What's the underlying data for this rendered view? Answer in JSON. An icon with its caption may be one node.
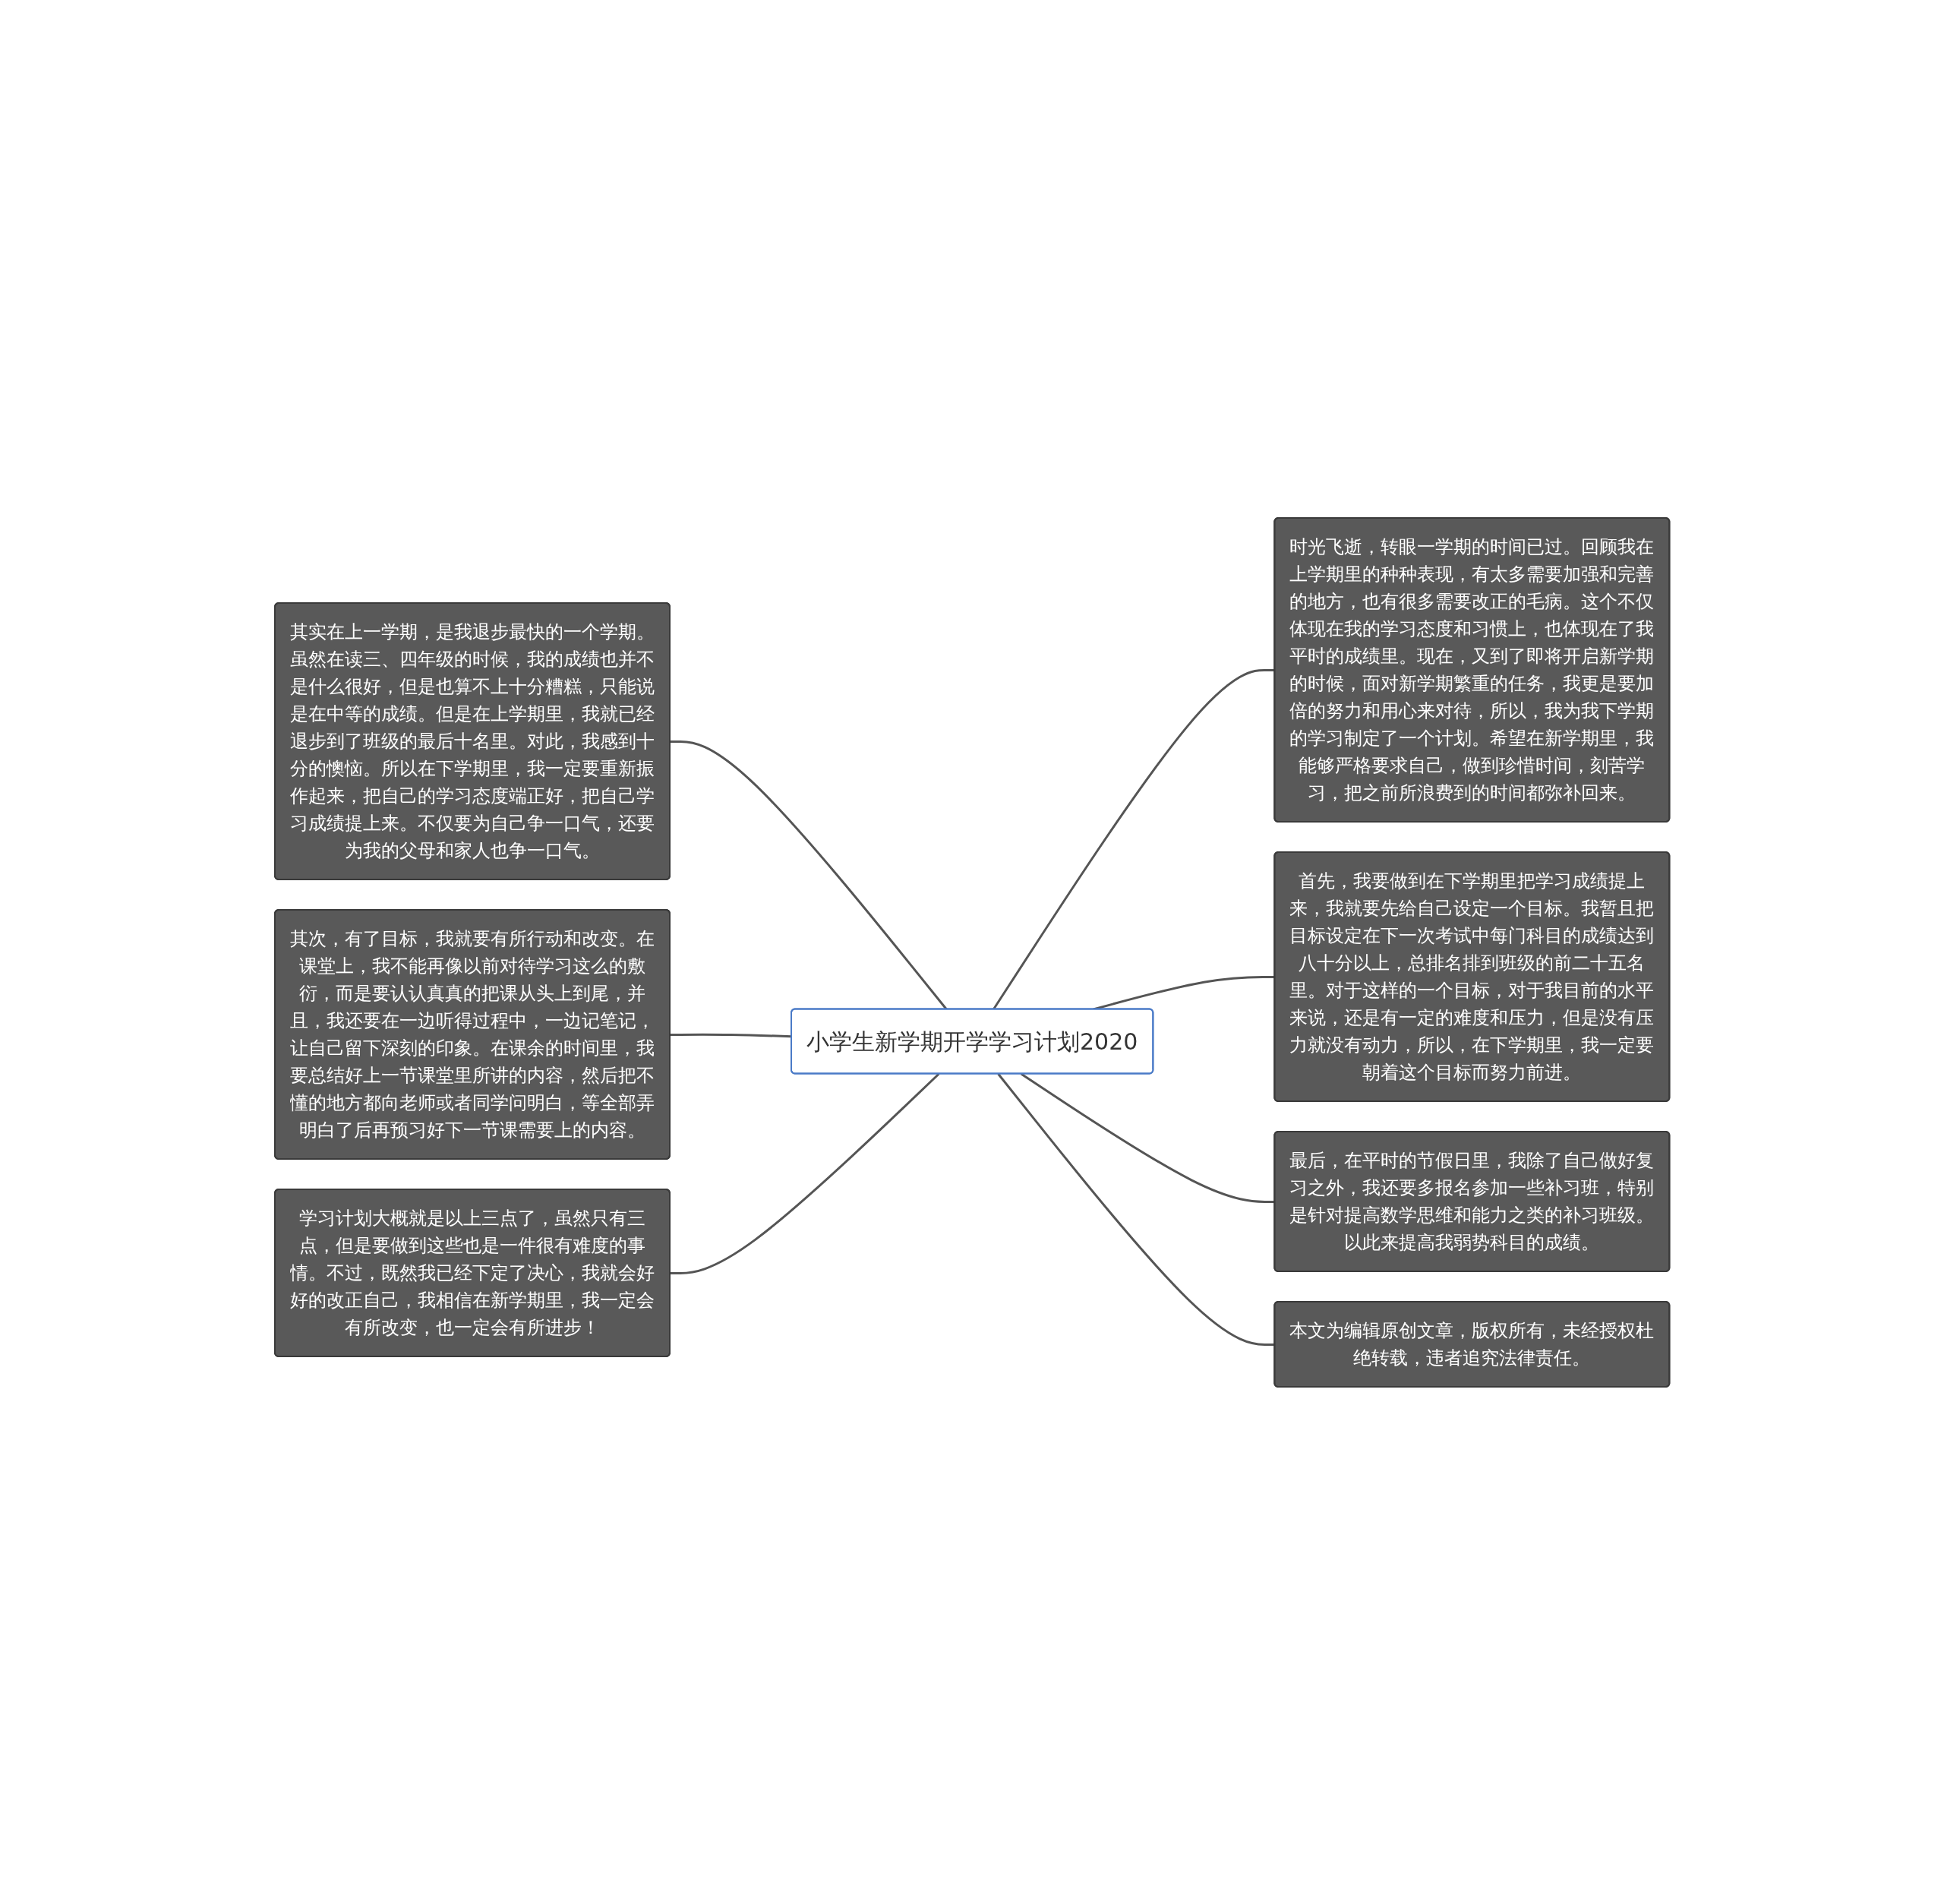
{
  "diagram": {
    "nodes": [
      {
        "text": [
          "小学生新学期开学学习计划2020"
        ]
      },
      {
        "text": [
          "其实在上一学期，是我退步最快的一个学期。虽然在读三、四年级的时候，我的成绩也并不是什么很好，但是也算不上十分糟糕，只能说是在中等的成绩。但是在上学期里，我就已经退步到了班级的最后十名里。对此，我感到十分的懊恼。所以在下学期里，我一定要重新振作起来，把自己的学习态度端正好，把自己学习成绩提上来。不仅要为自己争一口气，还要为我的父母和家人也争一口气。"
        ]
      },
      {
        "text": [
          "其次，有了目标，我就要有所行动和改变。在课堂上，我不能再像以前对待学习这么的敷衍，而是要认认真真的把课从头上到尾，并且，我还要在一边听得过程中，一边记笔记，让自己留下深刻的印象。在课余的时间里，我要总结好上一节课堂里所讲的内容，然后把不懂的地方都向老师或者同学问明白，等全部弄明白了后再预习好下一节课需要上的内容。"
        ]
      },
      {
        "text": [
          "学习计划大概就是以上三点了，虽然只有三点，但是要做到这些也是一件很有难度的事情。不过，既然我已经下定了决心，我就会好好的改正自己，我相信在新学期里，我一定会有所改变，也一定会有所进步！"
        ]
      },
      {
        "text": [
          "时光飞逝，转眼一学期的时间已过。回顾我在上学期里的种种表现，有太多需要加强和完善的地方，也有很多需要改正的毛病。这个不仅体现在我的学习态度和习惯上，也体现在了我平时的成绩里。现在，又到了即将开启新学期的时候，面对新学期繁重的任务，我更是要加倍的努力和用心来对待，所以，我为我下学期的学习制定了一个计划。希望在新学期里，我能够严格要求自己，做到珍惜时间，刻苦学习，把之前所浪费到的时间都弥补回来。"
        ]
      },
      {
        "text": [
          "首先，我要做到在下学期里把学习成绩提上来，我就要先给自己设定一个目标。我暂且把目标设定在下一次考试中每门科目的成绩达到八十分以上，总排名排到班级的前二十五名里。对于这样的一个目标，对于我目前的水平来说，还是有一定的难度和压力，但是没有压力就没有动力，所以，在下学期里，我一定要朝着这个目标而努力前进。"
        ]
      },
      {
        "text": [
          "最后，在平时的节假日里，我除了自己做好复习之外，我还要多报名参加一些补习班，特别是针对提高数学思维和能力之类的补习班级。以此来提高我弱势科目的成绩。"
        ]
      },
      {
        "text": [
          "本文为编辑原创文章，版权所有，未经授权杜绝转载，违者追究法律责任。"
        ]
      }
    ],
    "edges": [
      {
        "from": 1,
        "to": 0,
        "arrow": "none"
      },
      {
        "from": 2,
        "to": 0,
        "arrow": "none"
      },
      {
        "from": 3,
        "to": 0,
        "arrow": "none"
      },
      {
        "from": 0,
        "to": 4,
        "arrow": "none"
      },
      {
        "from": 0,
        "to": 5,
        "arrow": "none"
      },
      {
        "from": 0,
        "to": 6,
        "arrow": "none"
      },
      {
        "from": 0,
        "to": 7,
        "arrow": "none"
      }
    ]
  }
}
